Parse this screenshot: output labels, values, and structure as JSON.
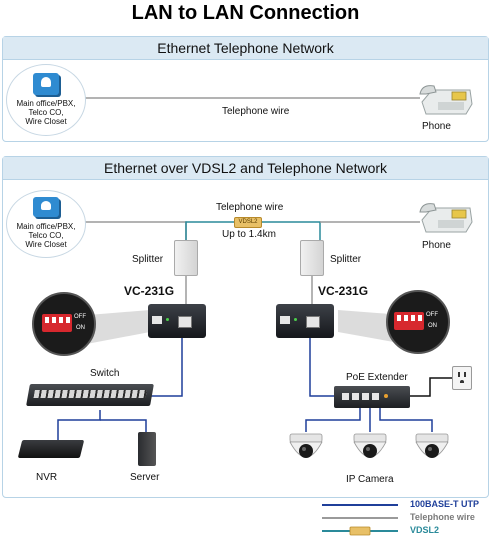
{
  "title": "LAN to LAN Connection",
  "top_panel": {
    "heading": "Ethernet Telephone Network",
    "office_label": [
      "Main office/PBX,",
      "Telco CO,",
      "Wire Closet"
    ],
    "wire_label": "Telephone wire",
    "phone_label": "Phone"
  },
  "bottom_panel": {
    "heading": "Ethernet over VDSL2 and Telephone Network",
    "office_label": [
      "Main office/PBX,",
      "Telco CO,",
      "Wire Closet"
    ],
    "wire_label": "Telephone wire",
    "distance_label": "Up to 1.4km",
    "phone_label": "Phone",
    "splitter_left": "Splitter",
    "splitter_right": "Splitter",
    "device_left": "VC-231G",
    "device_right": "VC-231G",
    "dip_off": "OFF",
    "dip_on": "ON",
    "switch_label": "Switch",
    "nvr_label": "NVR",
    "server_label": "Server",
    "poe_label": "PoE Extender",
    "camera_label": "IP Camera",
    "vdsl_tag": "VDSL2"
  },
  "legend": [
    {
      "label": "100BASE-T UTP",
      "color": "#1f3f9a"
    },
    {
      "label": "Telephone wire",
      "color": "#8a8a8a"
    },
    {
      "label": "VDSL2",
      "color": "#2a8a9a"
    }
  ],
  "colors": {
    "utp": "#1f3f9a",
    "telephone": "#9a9a9a",
    "vdsl": "#d9a441",
    "panel_head": "#dbe9f3",
    "dip_red": "#d7282e"
  }
}
